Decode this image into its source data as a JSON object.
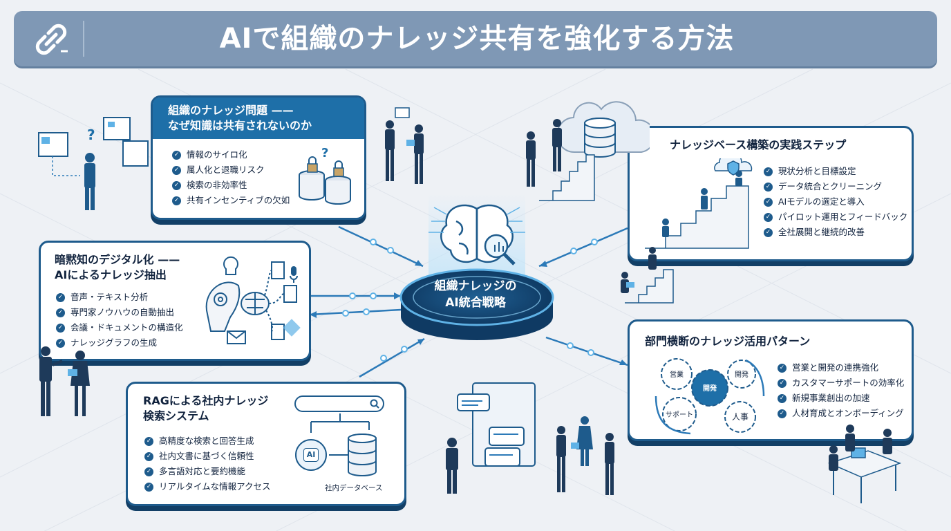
{
  "header": {
    "title": "AIで組織のナレッジ共有を強化する方法",
    "icon": "link-icon"
  },
  "hub": {
    "line1": "組織ナレッジの",
    "line2": "AI統合戦略",
    "icon": "brain-search-icon"
  },
  "cards": {
    "problem": {
      "title_line1": "組織のナレッジ問題 ——",
      "title_line2": "なぜ知識は共有されないのか",
      "items": [
        "情報のサイロ化",
        "属人化と退職リスク",
        "検索の非効率性",
        "共有インセンティブの欠如"
      ]
    },
    "tacit": {
      "title_line1": "暗黙知のデジタル化 ——",
      "title_line2": "AIによるナレッジ抽出",
      "items": [
        "音声・テキスト分析",
        "専門家ノウハウの自動抽出",
        "会議・ドキュメントの構造化",
        "ナレッジグラフの生成"
      ]
    },
    "rag": {
      "title_line1": "RAGによる社内ナレッジ",
      "title_line2": "検索システム",
      "items": [
        "高精度な検索と回答生成",
        "社内文書に基づく信頼性",
        "多言語対応と要約機能",
        "リアルタイムな情報アクセス"
      ],
      "ai_label": "AI",
      "db_label": "社内データベース"
    },
    "kb": {
      "title": "ナレッジベース構築の実践ステップ",
      "items": [
        "現状分析と目標設定",
        "データ統合とクリーニング",
        "AIモデルの選定と導入",
        "パイロット運用とフィードバック",
        "全社展開と継続的改善"
      ]
    },
    "cross": {
      "title": "部門横断のナレッジ活用パターン",
      "items": [
        "営業と開発の連携強化",
        "カスタマーサポートの効率化",
        "新規事業創出の加速",
        "人材育成とオンボーディング"
      ],
      "gears": [
        "営業",
        "開発",
        "開発",
        "サポート",
        "人事"
      ]
    }
  },
  "colors": {
    "primary": "#1e5b8c",
    "header": "#7f98b5",
    "accent": "#1e6fa8",
    "background": "#eef1f5"
  }
}
